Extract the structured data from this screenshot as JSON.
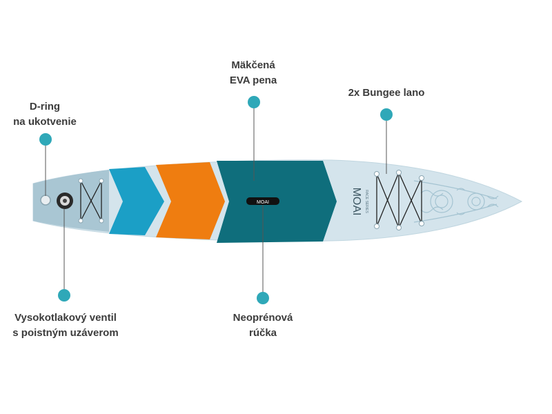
{
  "labels": {
    "dring": {
      "line1": "D-ring",
      "line2": "na ukotvenie"
    },
    "eva": {
      "line1": "Mäkčená",
      "line2": "EVA pena"
    },
    "bungee": {
      "line1": "2x Bungee lano"
    },
    "valve": {
      "line1": "Vysokotlakový ventil",
      "line2": "s poistným uzáverom"
    },
    "handle": {
      "line1": "Neoprénová",
      "line2": "rúčka"
    }
  },
  "board": {
    "brand": "MOAI",
    "side_text": "RACE SERIES"
  },
  "colors": {
    "callout_dot": "#2fa8b8",
    "board_light": "#c9dde6",
    "board_tail": "#a9c6d3",
    "chevron_blue": "#1b9fc6",
    "chevron_orange": "#ef7d10",
    "deck_pad": "#0f6e7c",
    "text": "#3c3c3c"
  }
}
